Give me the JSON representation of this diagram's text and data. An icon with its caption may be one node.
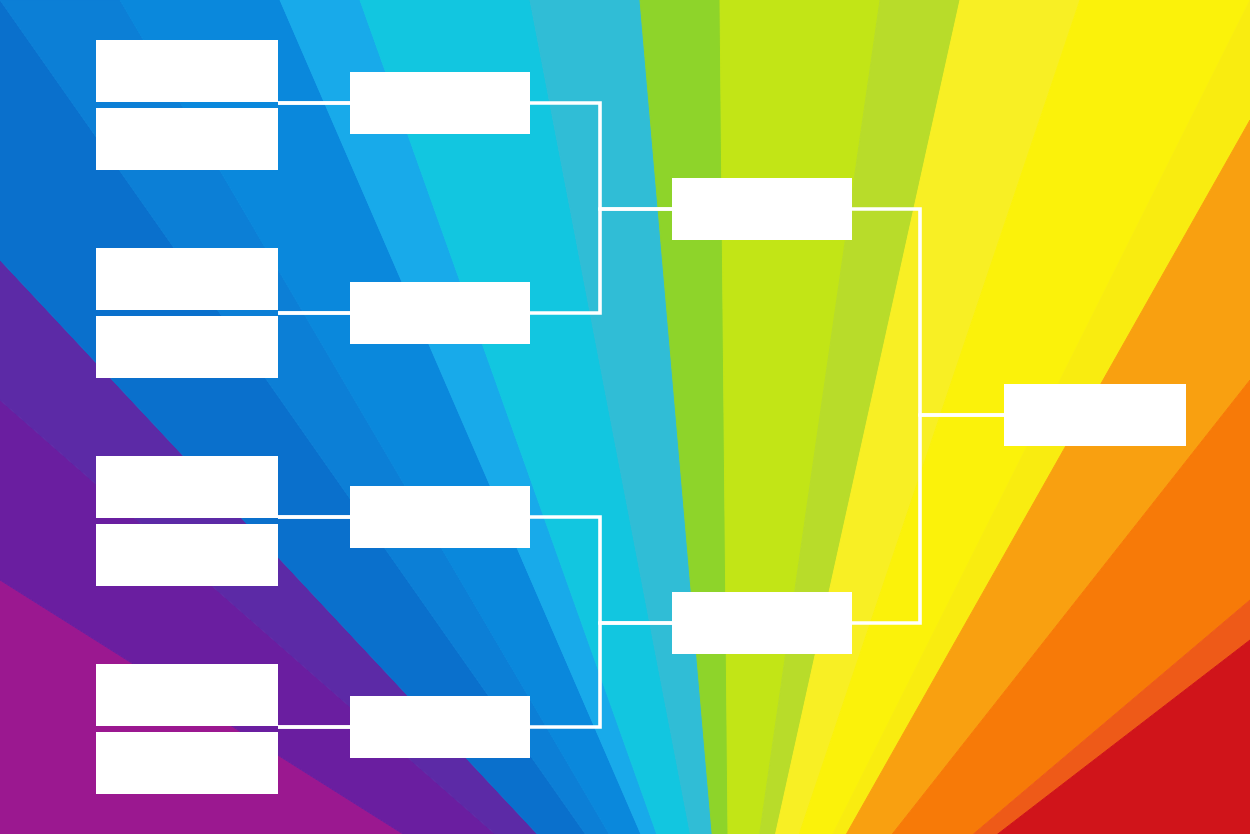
{
  "diagram": {
    "nodes": [
      {
        "text": [],
        "shape": "box"
      },
      {
        "text": [],
        "shape": "box"
      },
      {
        "text": [],
        "shape": "box"
      },
      {
        "text": [],
        "shape": "box"
      },
      {
        "text": [],
        "shape": "box"
      },
      {
        "text": [],
        "shape": "box"
      },
      {
        "text": [],
        "shape": "box"
      },
      {
        "text": [],
        "shape": "box"
      },
      {
        "text": [],
        "shape": "box"
      },
      {
        "text": [],
        "shape": "box"
      },
      {
        "text": [],
        "shape": "box"
      },
      {
        "text": [],
        "shape": "box"
      },
      {
        "text": [],
        "shape": "box"
      },
      {
        "text": [],
        "shape": "box"
      },
      {
        "text": [],
        "shape": "box"
      }
    ],
    "edges": [
      {
        "from": 0,
        "to": 8,
        "arrow": "none"
      },
      {
        "from": 1,
        "to": 8,
        "arrow": "none"
      },
      {
        "from": 2,
        "to": 9,
        "arrow": "none"
      },
      {
        "from": 3,
        "to": 9,
        "arrow": "none"
      },
      {
        "from": 4,
        "to": 10,
        "arrow": "none"
      },
      {
        "from": 5,
        "to": 10,
        "arrow": "none"
      },
      {
        "from": 6,
        "to": 11,
        "arrow": "none"
      },
      {
        "from": 7,
        "to": 11,
        "arrow": "none"
      },
      {
        "from": 8,
        "to": 12,
        "arrow": "none"
      },
      {
        "from": 9,
        "to": 12,
        "arrow": "none"
      },
      {
        "from": 10,
        "to": 13,
        "arrow": "none"
      },
      {
        "from": 11,
        "to": 13,
        "arrow": "none"
      },
      {
        "from": 12,
        "to": 14,
        "arrow": "none"
      },
      {
        "from": 13,
        "to": 14,
        "arrow": "none"
      }
    ]
  }
}
